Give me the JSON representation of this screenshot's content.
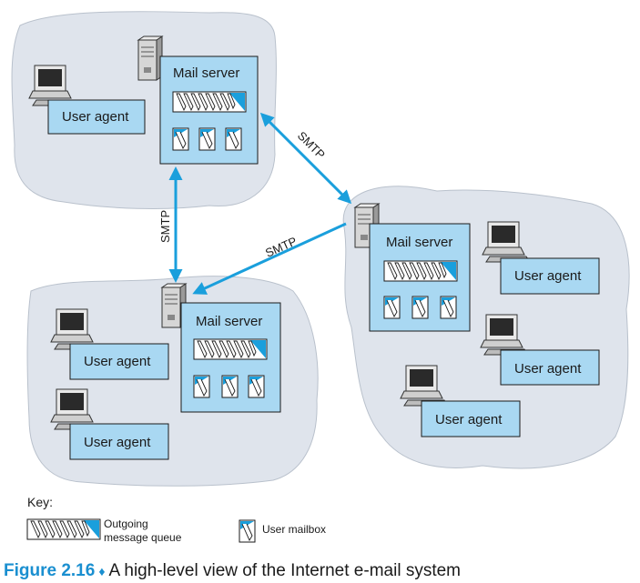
{
  "diagram": {
    "server_label": "Mail server",
    "user_agent_label": "User agent",
    "protocol_label": "SMTP",
    "key": {
      "title": "Key:",
      "queue_line1": "Outgoing",
      "queue_line2": "message queue",
      "mailbox": "User mailbox"
    },
    "colors": {
      "accent": "#1a9fdc",
      "box_fill": "#a9d8f2",
      "cloud": "#dfe4ec",
      "caption_blue": "#1a8fd0"
    }
  },
  "caption": {
    "figure": "Figure 2.16",
    "separator": "♦",
    "text": "A high-level view of the Internet e-mail system"
  }
}
